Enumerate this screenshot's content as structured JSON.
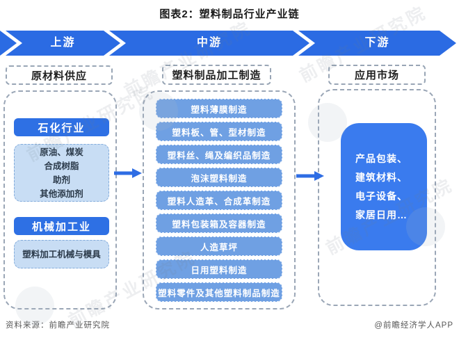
{
  "title": "图表2：塑料制品行业产业链",
  "banner": {
    "upstream_label": "上游",
    "midstream_label": "中游",
    "downstream_label": "下游",
    "color": "#2B6BE3"
  },
  "upstream": {
    "header": "原材料供应",
    "petrochemical": {
      "label": "石化行业",
      "materials": [
        "原油、煤炭",
        "合成树脂",
        "助剂",
        "其他添加剂"
      ]
    },
    "machinery": {
      "label": "机械加工业",
      "materials": [
        "塑料加工机械与模具"
      ]
    }
  },
  "midstream": {
    "header": "塑料制品加工制造",
    "items": [
      "塑料薄膜制造",
      "塑料板、管、型材制造",
      "塑料丝、绳及编织品制造",
      "泡沫塑料制造",
      "塑料人造革、合成革制造",
      "塑料包装箱及容器制造",
      "人造草坪",
      "日用塑料制造",
      "塑料零件及其他塑料制品制造"
    ]
  },
  "downstream": {
    "header": "应用市场",
    "applications": [
      "产品包装、",
      "建筑材料、",
      "电子设备、",
      "家居日用…"
    ]
  },
  "footer": {
    "source": "资料来源：前瞻产业研究院",
    "credit": "@前瞻经济学人APP"
  },
  "watermark": {
    "text": "前瞻产业研究院"
  },
  "colors": {
    "banner_blue": "#2B6BE3",
    "dark_button_blue": "#2E70E4",
    "mid_item_blue": "#6FA0E3",
    "light_box_blue": "#C8DDF4",
    "downstream_box_blue": "#3A7BEE",
    "dashed_border_gray": "#9aa6b6"
  }
}
